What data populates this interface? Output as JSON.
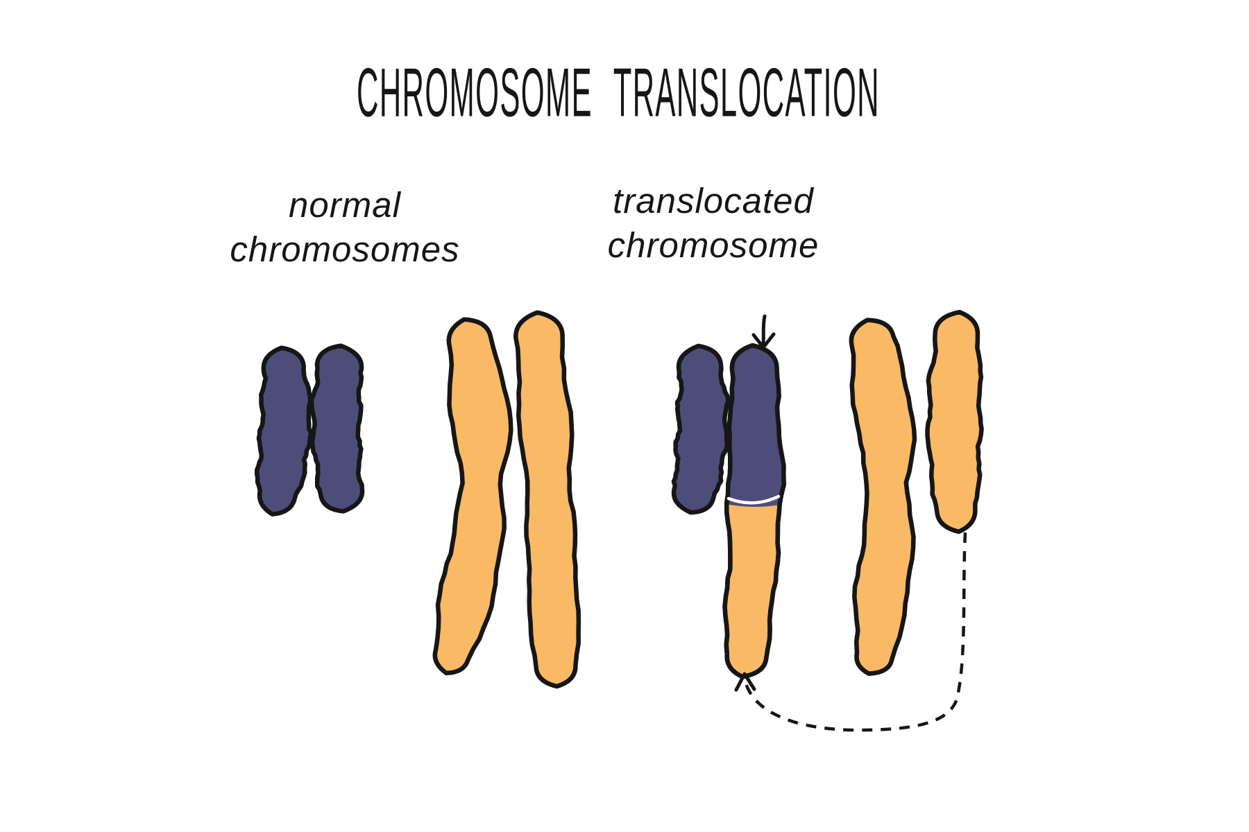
{
  "title": "CHROMOSOME TRANSLOCATION",
  "left_group": {
    "label_line1": "normal",
    "label_line2": "chromosomes"
  },
  "right_group": {
    "label_line1": "translocated",
    "label_line2": "chromosome"
  },
  "colors": {
    "background": "#ffffff",
    "outline": "#161616",
    "text": "#161616",
    "chromosome_dark": "#4e4d7a",
    "chromosome_orange": "#f9b965",
    "junction_seam": "#ffffff"
  },
  "icons": {
    "label_pointer": "down-arrow-icon",
    "translocation_path": "dashed-curved-arrow-icon"
  },
  "diagram": {
    "left_group_chromosomes": [
      {
        "name": "small chromosome 1",
        "segments": [
          "dark"
        ]
      },
      {
        "name": "small chromosome 2",
        "segments": [
          "dark"
        ]
      },
      {
        "name": "large chromosome 1",
        "segments": [
          "orange"
        ]
      },
      {
        "name": "large chromosome 2",
        "segments": [
          "orange"
        ]
      }
    ],
    "right_group_chromosomes": [
      {
        "name": "small chromosome (normal)",
        "segments": [
          "dark"
        ]
      },
      {
        "name": "translocated chromosome",
        "segments": [
          "dark",
          "orange"
        ]
      },
      {
        "name": "large chromosome (normal)",
        "segments": [
          "orange"
        ]
      },
      {
        "name": "large chromosome (shortened)",
        "segments": [
          "orange"
        ]
      }
    ]
  }
}
